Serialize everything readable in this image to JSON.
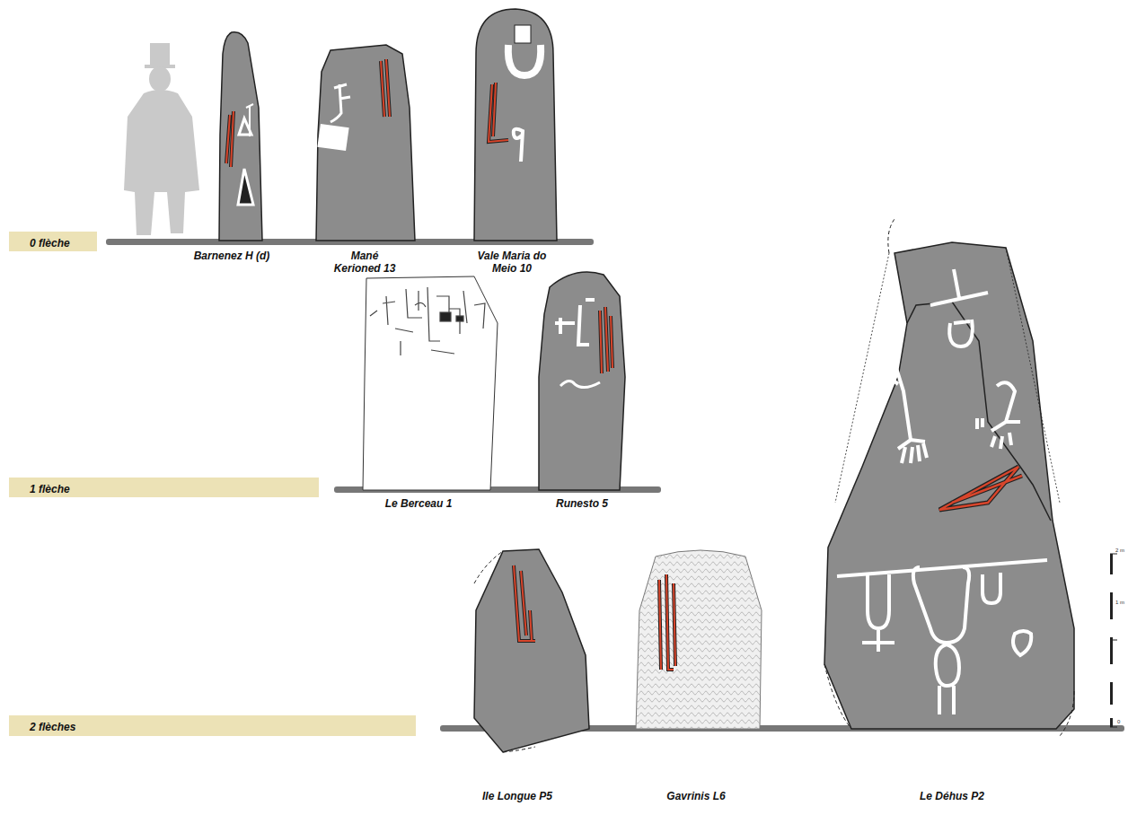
{
  "diagram": {
    "nodes": [
      {
        "text": [
          "0 flèche"
        ]
      },
      {
        "text": [
          "1 flèche"
        ]
      },
      {
        "text": [
          "2 flèches"
        ]
      }
    ],
    "labels": [
      "Barnenez H (d)",
      "Mané Kerioned 13",
      "Vale Maria do Meio 10",
      "Le Berceau 1",
      "Runesto 5",
      "Ile Longue P5",
      "Gavrinis L6",
      "Le Déhus P2",
      "2 m",
      "1 m",
      "0"
    ]
  }
}
